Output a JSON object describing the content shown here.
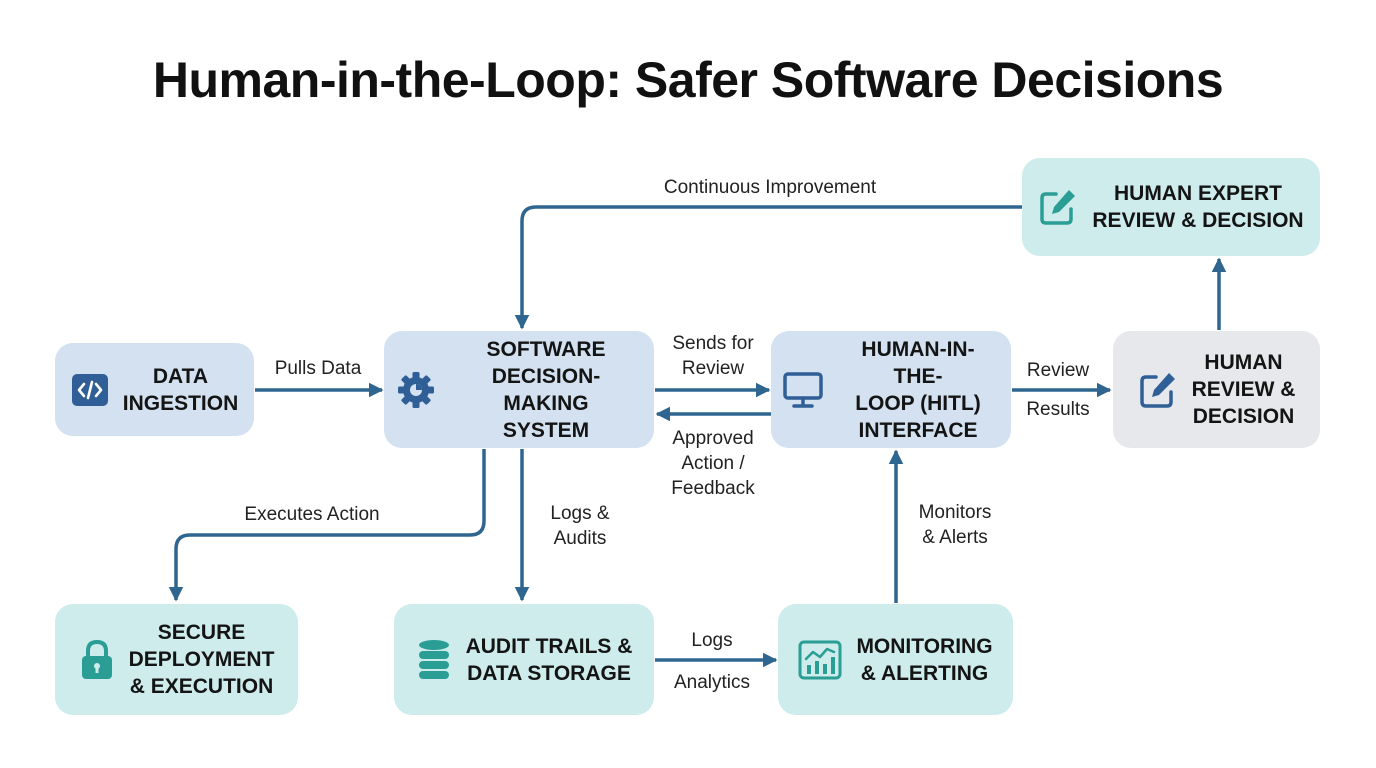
{
  "title": "Human-in-the-Loop: Safer Software Decisions",
  "colors": {
    "arrow": "#2f6690",
    "blue_box": "#d3e1f1",
    "teal_box": "#cdeceb",
    "gray_box": "#e6e8eb",
    "icon_blue": "#2f5f96",
    "icon_teal": "#2a9d95"
  },
  "nodes": {
    "data_ingestion": {
      "label": "DATA\nINGESTION",
      "icon": "code-icon"
    },
    "decision_system": {
      "label": "SOFTWARE\nDECISION-MAKING\nSYSTEM",
      "icon": "gear-icon"
    },
    "hitl_interface": {
      "label": "HUMAN-IN-THE-\nLOOP (HITL)\nINTERFACE",
      "icon": "monitor-icon"
    },
    "human_review": {
      "label": "HUMAN\nREVIEW &\nDECISION",
      "icon": "edit-icon"
    },
    "expert_review": {
      "label": "HUMAN EXPERT\nREVIEW & DECISION",
      "icon": "edit-icon"
    },
    "secure_deployment": {
      "label": "SECURE\nDEPLOYMENT\n& EXECUTION",
      "icon": "lock-icon"
    },
    "audit_trails": {
      "label": "AUDIT TRAILS &\nDATA STORAGE",
      "icon": "database-icon"
    },
    "monitoring": {
      "label": "MONITORING\n& ALERTING",
      "icon": "chart-icon"
    }
  },
  "edges": {
    "continuous_improvement": "Continuous Improvement",
    "pulls_data": "Pulls Data",
    "sends_for_review": "Sends for\nReview",
    "approved_feedback": "Approved\nAction /\nFeedback",
    "review": "Review",
    "results": "Results",
    "executes_action": "Executes Action",
    "logs_audits": "Logs &\nAudits",
    "logs": "Logs",
    "analytics": "Analytics",
    "monitors_alerts": "Monitors\n& Alerts"
  }
}
